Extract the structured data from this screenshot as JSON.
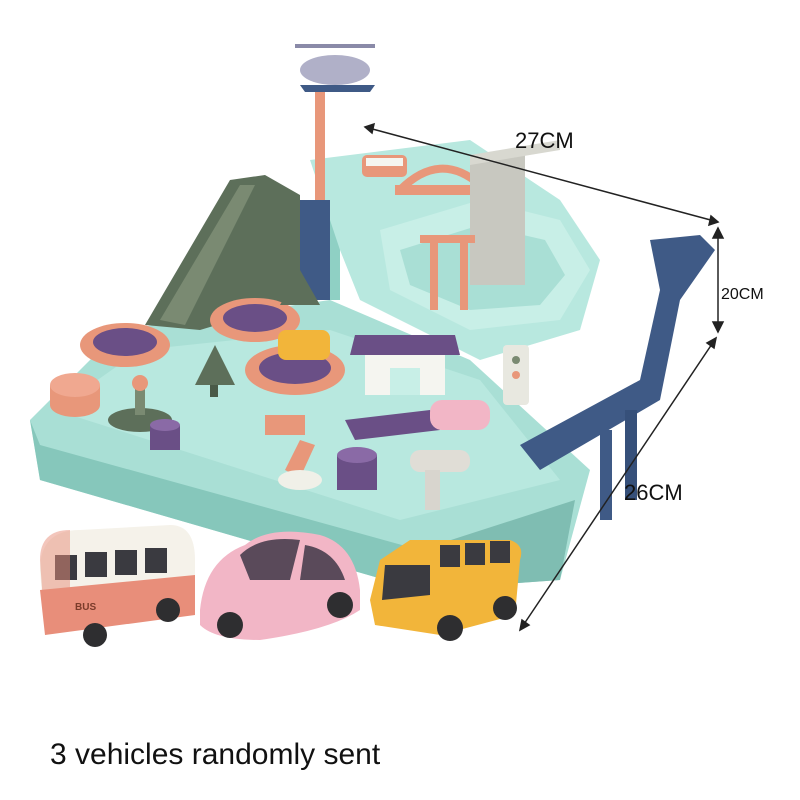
{
  "dimensions": {
    "width": "27CM",
    "height": "20CM",
    "depth": "26CM"
  },
  "caption": "3 vehicles randomly sent",
  "bus_badge": "BUS",
  "colors": {
    "base_mint": "#a9dfd5",
    "base_mint_dark": "#86c7bb",
    "track_navy": "#3f5a86",
    "accent_salmon": "#e8977a",
    "accent_purple": "#6a4f86",
    "slide_green": "#5d6f5a",
    "bus_coral": "#e88e7a",
    "beetle_pink": "#f2b6c6",
    "school_bus_yellow": "#f2b53a"
  }
}
